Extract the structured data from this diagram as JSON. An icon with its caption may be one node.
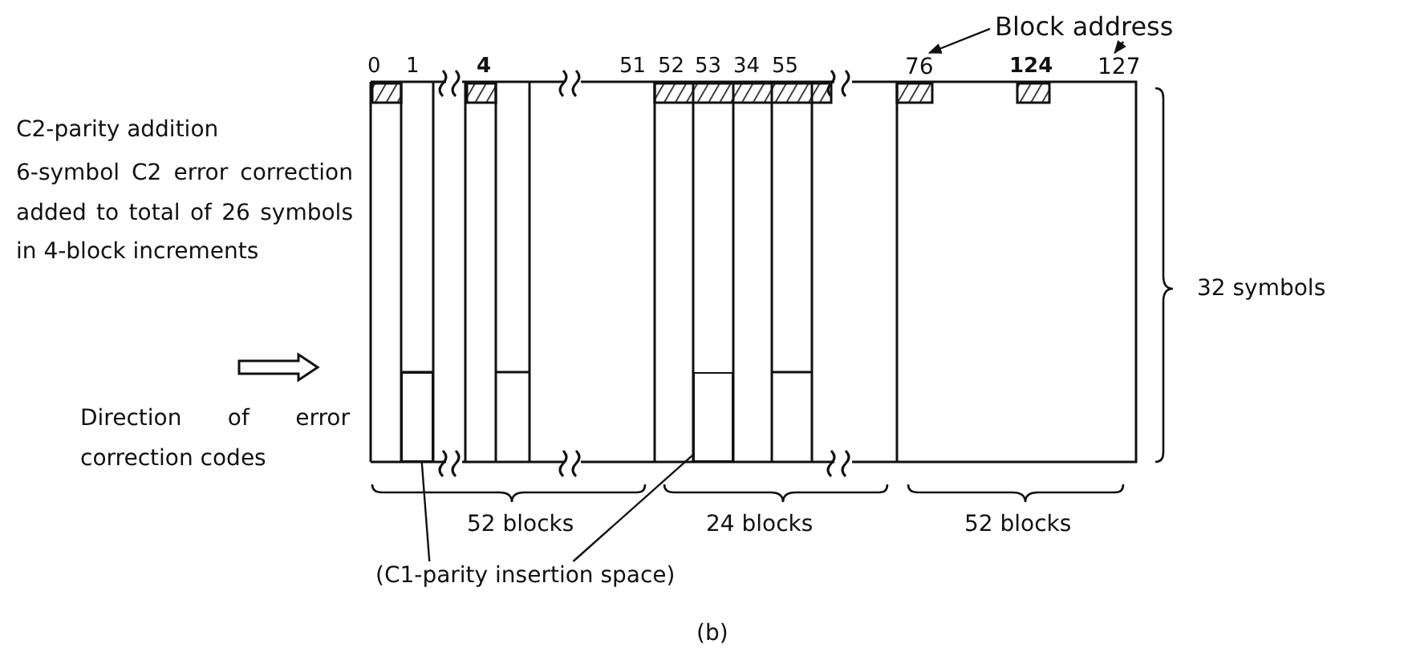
{
  "diagram": {
    "caption": "(b)",
    "nodes": [
      {
        "text": [
          "Block address"
        ]
      },
      {
        "text": [
          "76"
        ]
      },
      {
        "text": [
          "127"
        ]
      },
      {
        "text": [
          "(C1-parity insertion space)"
        ]
      },
      {
        "text": [],
        "shape": "box"
      },
      {
        "text": [],
        "shape": "box"
      }
    ],
    "edges": [
      {
        "from": 0,
        "to": 1,
        "arrow": "to"
      },
      {
        "from": 0,
        "to": 2,
        "arrow": "to"
      },
      {
        "from": 3,
        "to": 4,
        "arrow": "other"
      },
      {
        "from": 3,
        "to": 5,
        "arrow": "other"
      }
    ],
    "labels": [
      "0",
      "1",
      "4",
      "51",
      "52",
      "53",
      "34",
      "55",
      "124",
      "C2-parity addition",
      "6-symbol C2 error correction added to total of 26 symbols in 4-block increments",
      "32 symbols",
      "Direction of error correction codes",
      "52 blocks",
      "24 blocks",
      "52 blocks"
    ]
  }
}
